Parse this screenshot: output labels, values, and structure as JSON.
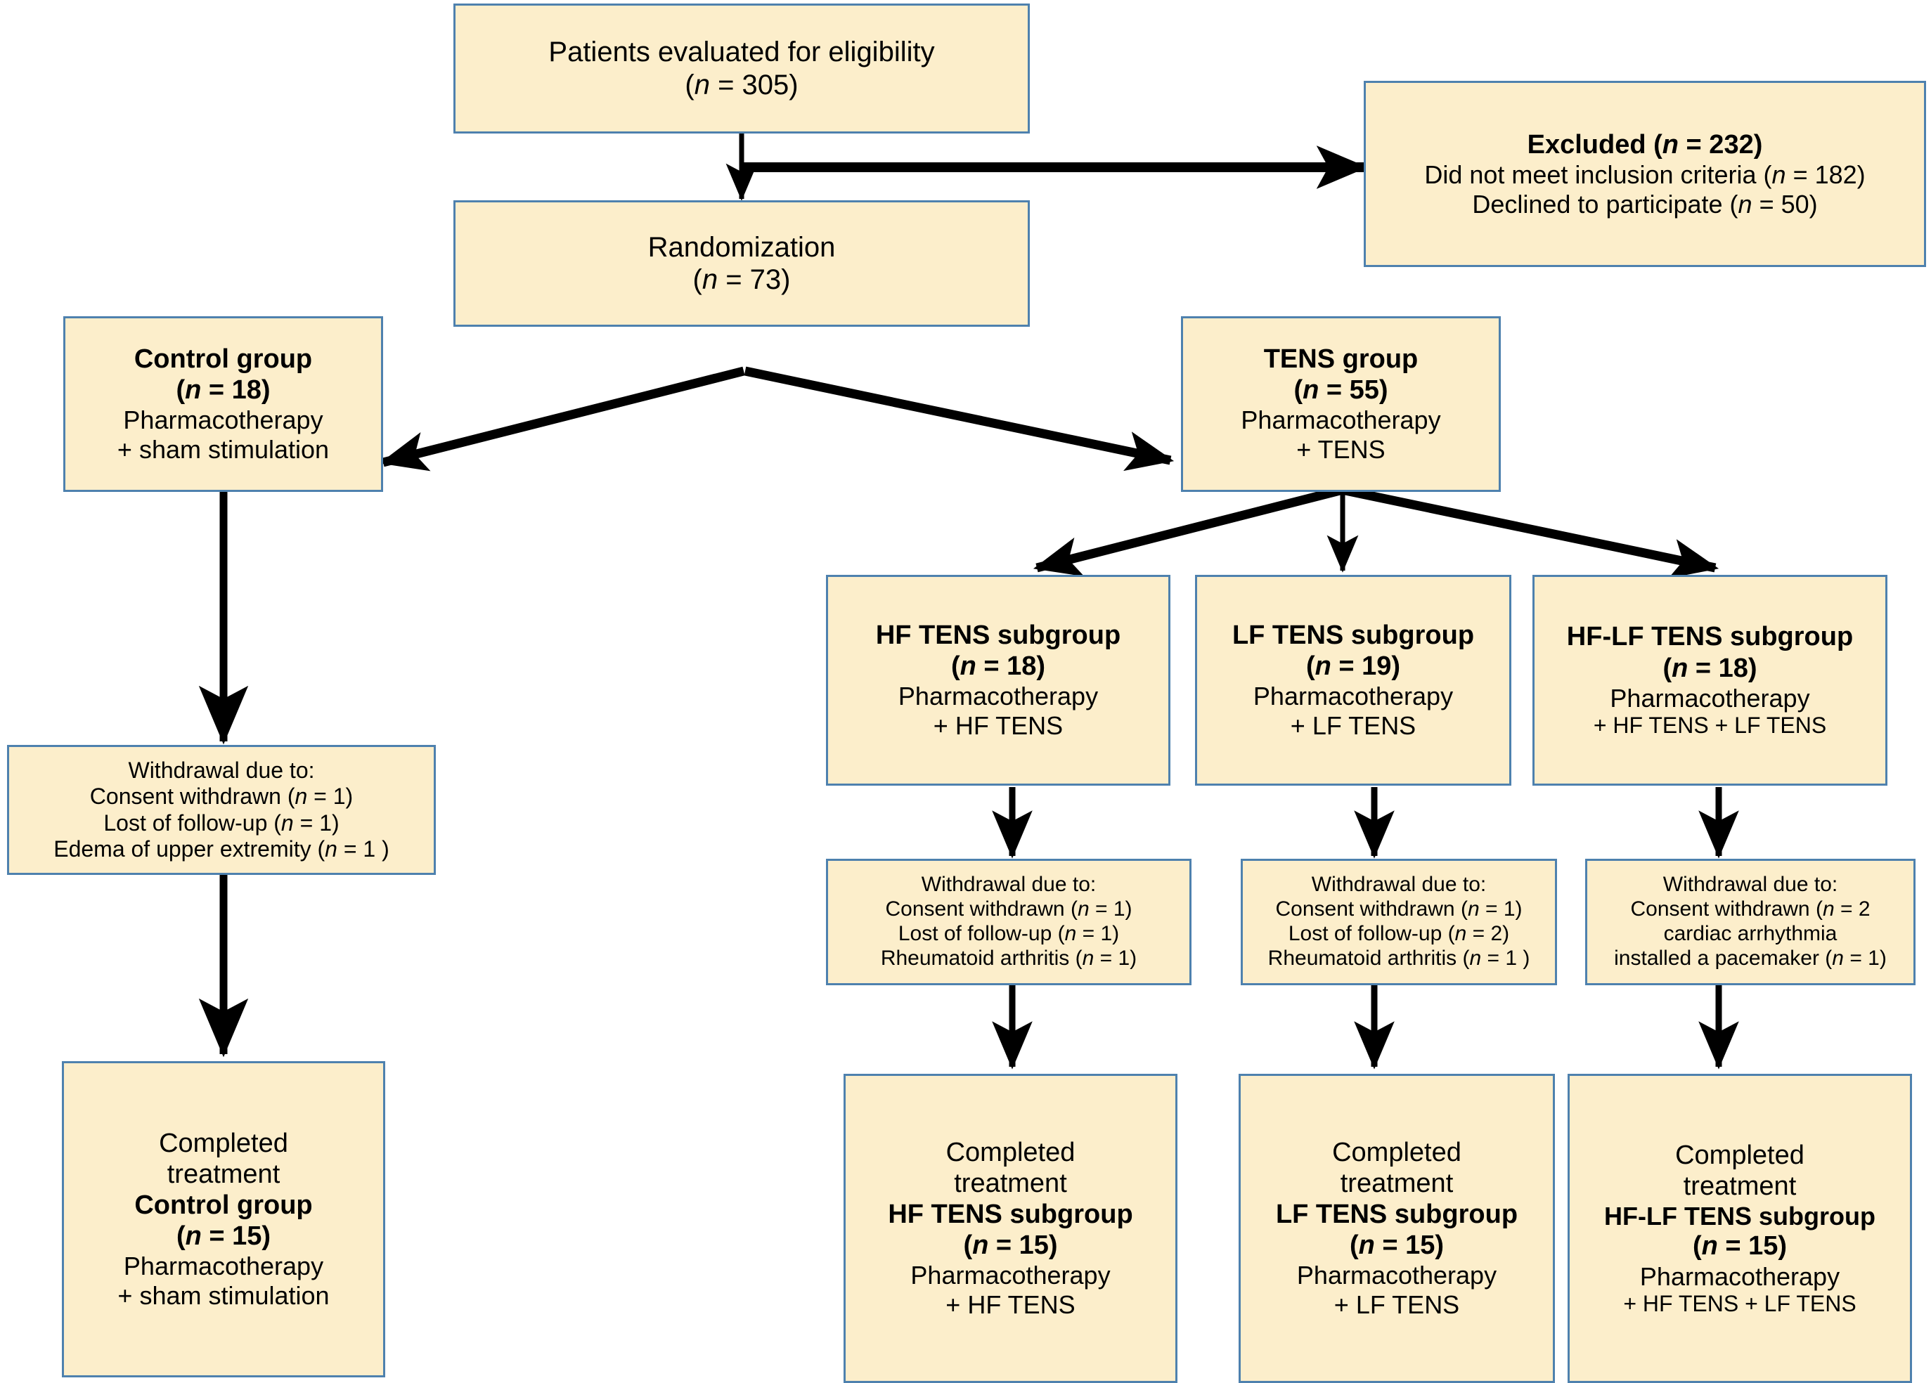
{
  "diagram": {
    "type": "consort-flow-diagram",
    "title": "CONSORT participant flow diagram for TENS randomized trial",
    "colors": {
      "box_fill": "#FCEECB",
      "box_border": "#4E81AE",
      "arrow": "#000000",
      "text": "#000000",
      "background": "#FFFFFF"
    }
  },
  "nodes": {
    "eligibility": {
      "line1": "Patients evaluated for eligibility",
      "line2_open": "(",
      "line2_n": "n",
      "line2_rest": " = 305)"
    },
    "excluded": {
      "line1_a": "Excluded (",
      "line1_n": "n",
      "line1_b": " = 232)",
      "line2_a": "Did not meet inclusion criteria (",
      "line2_n": "n",
      "line2_b": " = 182)",
      "line3_a": "Declined to participate (",
      "line3_n": "n",
      "line3_b": " = 50)"
    },
    "randomization": {
      "line1": "Randomization",
      "line2_open": "(",
      "line2_n": "n",
      "line2_rest": " = 73)"
    },
    "control_group": {
      "title": "Control group",
      "n_open": "(",
      "n_italic": "n",
      "n_rest": " = 18)",
      "line3": "Pharmacotherapy",
      "line4": "+ sham stimulation"
    },
    "tens_group": {
      "title": "TENS group",
      "n_open": "(",
      "n_italic": "n",
      "n_rest": " = 55)",
      "line3": "Pharmacotherapy",
      "line4": "+ TENS"
    },
    "hf_subgroup": {
      "title": "HF TENS subgroup",
      "n_open": "(",
      "n_italic": "n",
      "n_rest": " = 18)",
      "line3": "Pharmacotherapy",
      "line4": "+ HF TENS"
    },
    "lf_subgroup": {
      "title": "LF TENS subgroup",
      "n_open": "(",
      "n_italic": "n",
      "n_rest": " = 19)",
      "line3": "Pharmacotherapy",
      "line4": "+ LF TENS"
    },
    "hflf_subgroup": {
      "title": "HF-LF TENS subgroup",
      "n_open": "(",
      "n_italic": "n",
      "n_rest": " = 18)",
      "line3": "Pharmacotherapy",
      "line4": "+ HF TENS + LF TENS"
    },
    "control_withdrawal": {
      "line1": "Withdrawal due to:",
      "line2_a": "Consent withdrawn (",
      "line2_n": "n",
      "line2_b": " = 1)",
      "line3_a": "Lost of follow-up (",
      "line3_n": "n",
      "line3_b": " = 1)",
      "line4_a": "Edema of upper extremity (",
      "line4_n": "n",
      "line4_b": " = 1 )"
    },
    "hf_withdrawal": {
      "line1": "Withdrawal due to:",
      "line2_a": "Consent withdrawn (",
      "line2_n": "n",
      "line2_b": " = 1)",
      "line3_a": "Lost of follow-up (",
      "line3_n": "n",
      "line3_b": " = 1)",
      "line4_a": "Rheumatoid arthritis (",
      "line4_n": "n",
      "line4_b": " = 1)"
    },
    "lf_withdrawal": {
      "line1": "Withdrawal due to:",
      "line2_a": "Consent withdrawn (",
      "line2_n": "n",
      "line2_b": " = 1)",
      "line3_a": "Lost of follow-up (",
      "line3_n": "n",
      "line3_b": " = 2)",
      "line4_a": "Rheumatoid arthritis (",
      "line4_n": "n",
      "line4_b": " = 1  )"
    },
    "hflf_withdrawal": {
      "line1": "Withdrawal due to:",
      "line2_a": "Consent withdrawn (",
      "line2_n": "n",
      "line2_b": " = 2",
      "line3": "cardiac arrhythmia",
      "line4_a": "installed  a pacemaker (",
      "line4_n": "n",
      "line4_b": " = 1)"
    },
    "control_completed": {
      "line1": "Completed",
      "line2": "treatment",
      "title": "Control group",
      "n_open": "(",
      "n_italic": "n",
      "n_rest": " = 15)",
      "line5": "Pharmacotherapy",
      "line6": "+ sham stimulation"
    },
    "hf_completed": {
      "line1": "Completed",
      "line2": "treatment",
      "title": "HF TENS subgroup",
      "n_open": "(",
      "n_italic": "n",
      "n_rest": " = 15)",
      "line5": "Pharmacotherapy",
      "line6": "+ HF TENS"
    },
    "lf_completed": {
      "line1": "Completed",
      "line2": "treatment",
      "title": "LF TENS subgroup",
      "n_open": "(",
      "n_italic": "n",
      "n_rest": " = 15)",
      "line5": "Pharmacotherapy",
      "line6": "+ LF TENS"
    },
    "hflf_completed": {
      "line1": "Completed",
      "line2": "treatment",
      "title": "HF-LF TENS subgroup",
      "n_open": "(",
      "n_italic": "n",
      "n_rest": " = 15)",
      "line5": "Pharmacotherapy",
      "line6": "+ HF TENS + LF TENS"
    }
  },
  "chart_data": {
    "type": "flowchart",
    "flow": [
      {
        "id": "eligibility",
        "label": "Patients evaluated for eligibility",
        "n": 305
      },
      {
        "id": "excluded",
        "label": "Excluded",
        "n": 232,
        "reasons": [
          {
            "label": "Did not meet inclusion criteria",
            "n": 182
          },
          {
            "label": "Declined to participate",
            "n": 50
          }
        ]
      },
      {
        "id": "randomization",
        "label": "Randomization",
        "n": 73
      },
      {
        "id": "control_group",
        "label": "Control group",
        "n": 18,
        "intervention": "Pharmacotherapy + sham stimulation"
      },
      {
        "id": "tens_group",
        "label": "TENS group",
        "n": 55,
        "intervention": "Pharmacotherapy + TENS"
      },
      {
        "id": "hf_subgroup",
        "label": "HF TENS subgroup",
        "n": 18,
        "intervention": "Pharmacotherapy + HF TENS"
      },
      {
        "id": "lf_subgroup",
        "label": "LF TENS subgroup",
        "n": 19,
        "intervention": "Pharmacotherapy + LF TENS"
      },
      {
        "id": "hflf_subgroup",
        "label": "HF-LF TENS subgroup",
        "n": 18,
        "intervention": "Pharmacotherapy + HF TENS + LF TENS"
      },
      {
        "id": "control_withdrawal",
        "label": "Withdrawal due to:",
        "reasons": [
          {
            "label": "Consent withdrawn",
            "n": 1
          },
          {
            "label": "Lost of follow-up",
            "n": 1
          },
          {
            "label": "Edema of upper extremity",
            "n": 1
          }
        ]
      },
      {
        "id": "hf_withdrawal",
        "label": "Withdrawal due to:",
        "reasons": [
          {
            "label": "Consent withdrawn",
            "n": 1
          },
          {
            "label": "Lost of follow-up",
            "n": 1
          },
          {
            "label": "Rheumatoid arthritis",
            "n": 1
          }
        ]
      },
      {
        "id": "lf_withdrawal",
        "label": "Withdrawal due to:",
        "reasons": [
          {
            "label": "Consent withdrawn",
            "n": 1
          },
          {
            "label": "Lost of follow-up",
            "n": 2
          },
          {
            "label": "Rheumatoid arthritis",
            "n": 1
          }
        ]
      },
      {
        "id": "hflf_withdrawal",
        "label": "Withdrawal due to:",
        "reasons": [
          {
            "label": "Consent withdrawn",
            "n": 2
          },
          {
            "label": "cardiac arrhythmia",
            "n": null
          },
          {
            "label": "installed a pacemaker",
            "n": 1
          }
        ]
      },
      {
        "id": "control_completed",
        "label": "Completed treatment Control group",
        "n": 15,
        "intervention": "Pharmacotherapy + sham stimulation"
      },
      {
        "id": "hf_completed",
        "label": "Completed treatment HF TENS subgroup",
        "n": 15,
        "intervention": "Pharmacotherapy + HF TENS"
      },
      {
        "id": "lf_completed",
        "label": "Completed treatment LF TENS subgroup",
        "n": 15,
        "intervention": "Pharmacotherapy + LF TENS"
      },
      {
        "id": "hflf_completed",
        "label": "Completed treatment HF-LF TENS subgroup",
        "n": 15,
        "intervention": "Pharmacotherapy + HF TENS + LF TENS"
      }
    ],
    "edges": [
      {
        "from": "eligibility",
        "to": "randomization"
      },
      {
        "from": "eligibility",
        "to": "excluded"
      },
      {
        "from": "randomization",
        "to": "control_group"
      },
      {
        "from": "randomization",
        "to": "tens_group"
      },
      {
        "from": "tens_group",
        "to": "hf_subgroup"
      },
      {
        "from": "tens_group",
        "to": "lf_subgroup"
      },
      {
        "from": "tens_group",
        "to": "hflf_subgroup"
      },
      {
        "from": "control_group",
        "to": "control_withdrawal"
      },
      {
        "from": "control_withdrawal",
        "to": "control_completed"
      },
      {
        "from": "hf_subgroup",
        "to": "hf_withdrawal"
      },
      {
        "from": "hf_withdrawal",
        "to": "hf_completed"
      },
      {
        "from": "lf_subgroup",
        "to": "lf_withdrawal"
      },
      {
        "from": "lf_withdrawal",
        "to": "lf_completed"
      },
      {
        "from": "hflf_subgroup",
        "to": "hflf_withdrawal"
      },
      {
        "from": "hflf_withdrawal",
        "to": "hflf_completed"
      }
    ]
  }
}
